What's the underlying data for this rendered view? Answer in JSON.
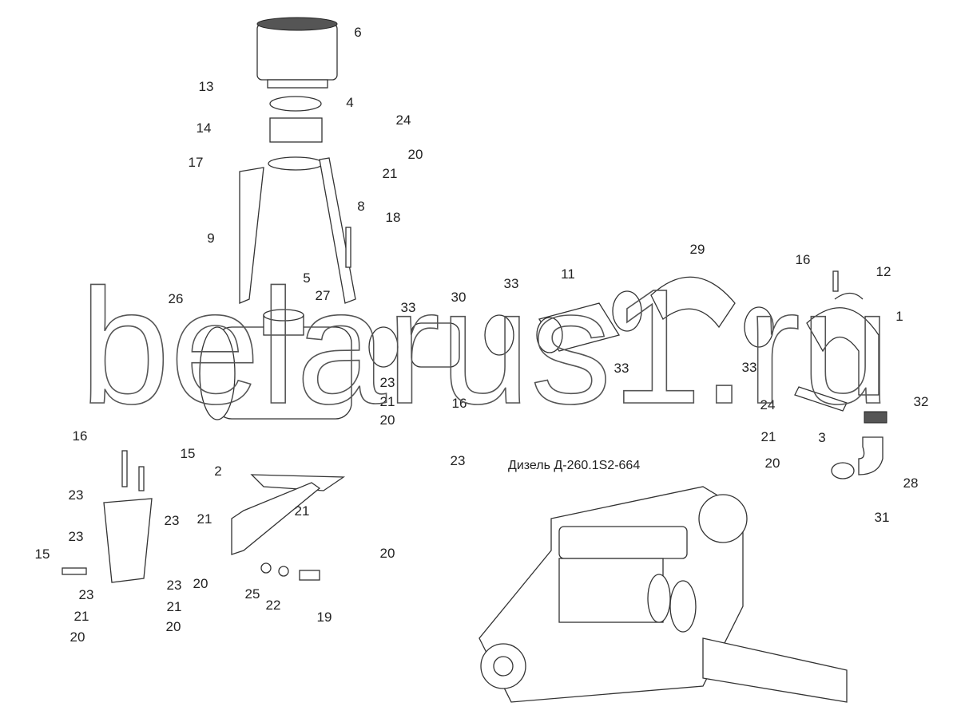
{
  "diagram": {
    "engine_caption": "Дизель Д-260.1S2-664",
    "watermark": "belarus1.ru",
    "part_labels": [
      "6",
      "13",
      "4",
      "24",
      "14",
      "20",
      "21",
      "17",
      "8",
      "18",
      "9",
      "29",
      "16",
      "12",
      "5",
      "27",
      "33",
      "11",
      "26",
      "30",
      "33",
      "1",
      "33",
      "33",
      "23",
      "21",
      "20",
      "16",
      "32",
      "24",
      "21",
      "3",
      "20",
      "23",
      "16",
      "15",
      "2",
      "28",
      "31",
      "21",
      "20",
      "23",
      "23",
      "23",
      "21",
      "15",
      "20",
      "25",
      "22",
      "19",
      "23",
      "23",
      "21",
      "21",
      "20",
      "20"
    ]
  }
}
